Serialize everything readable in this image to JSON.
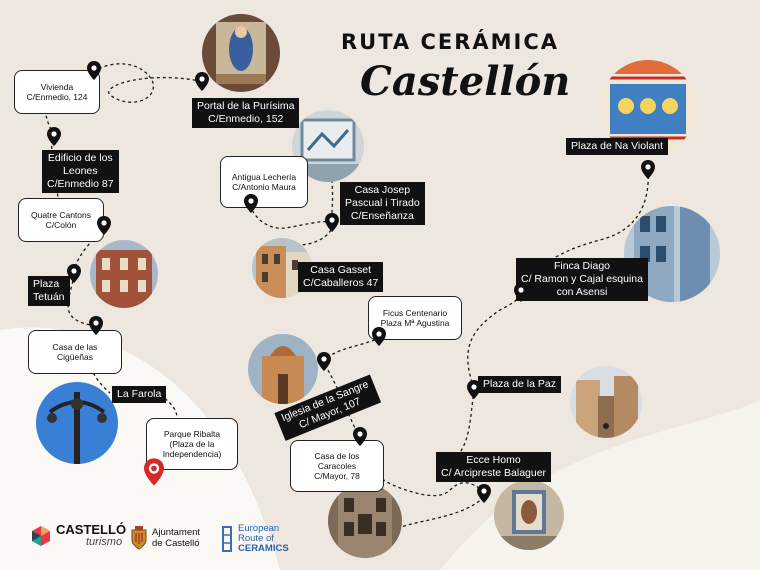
{
  "header": {
    "title": "RUTA CERÁMICA",
    "subtitle": "Castellón"
  },
  "locations": {
    "vivienda": "Vivienda\nC/Enmedio, 124",
    "portal": "Portal de la Purísima\nC/Enmedio, 152",
    "antigua": "Antigua Lechería\nC/Antonio Maura",
    "edificio": "Edificio de los\nLeones\nC/Enmedio 87",
    "josep": "Casa Josep\nPascual i Tirado\nC/Enseñanza",
    "quatre": "Quatre Cantons\nC/Colón",
    "gasset": "Casa Gasset\nC/Caballeros 47",
    "tetuan": "Plaza\nTetuán",
    "ficus": "Ficus Centenario\nPlaza Mª Agustina",
    "ciguenas": "Casa de las\nCigüeñas",
    "sangre": "Iglesia de la Sangre\nC/ Mayor, 107",
    "farola": "La Farola",
    "ribalta": "Parque Ribalta\n(Plaza de la\nIndependencia)",
    "caracoles": "Casa de los\nCaracoles\nC/Mayor, 78",
    "violant": "Plaza de Na Violant",
    "diago": "Finca Diago\nC/ Ramon y Cajal esquina\ncon Asensi",
    "paz": "Plaza de la Paz",
    "ecce": "Ecce Homo\nC/ Arcipreste Balaguer"
  },
  "footer": {
    "castello": "CASTELLÓ",
    "turismo": "turismo",
    "ajuntament_1": "Ajuntament",
    "ajuntament_2": "de Castelló",
    "route_1": "European",
    "route_2": "Route of",
    "route_3": "CERAMICS"
  },
  "colors": {
    "background": "#ede7df",
    "cream_blob": "#ffffff",
    "boxes": "#ffffff",
    "tags": "#111111",
    "path": "#1a1a1a",
    "start_pin": "#d62828"
  },
  "icons": [
    "location-pin-icon",
    "start-pin-icon",
    "castello-logo-icon",
    "ajuntament-crest-icon",
    "ceramics-route-icon"
  ]
}
